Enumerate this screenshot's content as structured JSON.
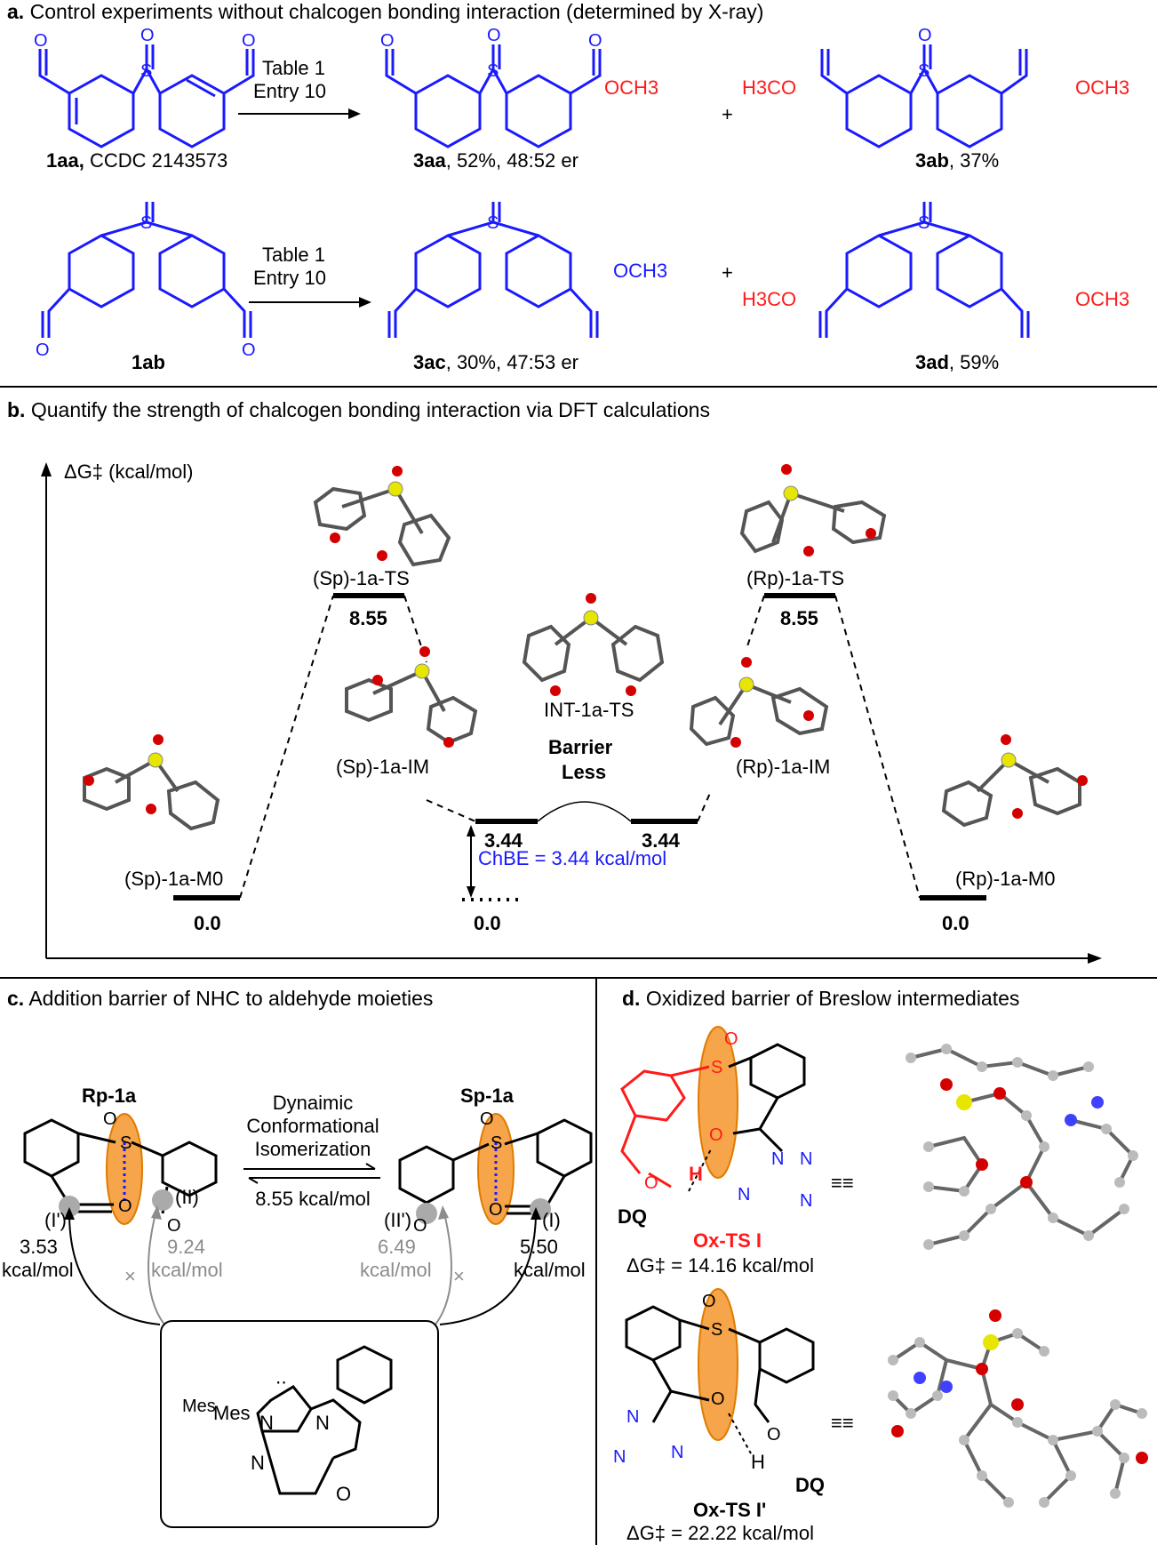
{
  "panel_a": {
    "header_letter": "a.",
    "header_text": "Control experiments without chalcogen bonding interaction (determined by X-ray)",
    "row1": {
      "reagent_line1": "Table 1",
      "reagent_line2": "Entry 10",
      "sm_id": "1aa,",
      "sm_note": "CCDC 2143573",
      "p1_id": "3aa",
      "p1_note": ", 52%, 48:52 er",
      "p2_id": "3ab",
      "p2_note": ", 37%",
      "plus": "+",
      "ester_right": "OCH3",
      "ester_left": "H3CO"
    },
    "row2": {
      "reagent_line1": "Table 1",
      "reagent_line2": "Entry 10",
      "sm_id": "1ab",
      "p1_id": "3ac",
      "p1_note": ", 30%, 47:53 er",
      "p2_id": "3ad",
      "p2_note": ", 59%",
      "plus": "+",
      "ester_right": "OCH3",
      "ester_left": "H3CO"
    },
    "atom_O": "O",
    "atom_S": "S"
  },
  "panel_b": {
    "header_letter": "b.",
    "header_text": "Quantify the strength of chalcogen bonding interaction via DFT calculations",
    "y_axis_label": "ΔG‡ (kcal/mol)",
    "levels": [
      {
        "name": "(Sp)-1a-M0",
        "value": "0.0"
      },
      {
        "name": "(Sp)-1a-TS",
        "value": "8.55"
      },
      {
        "name": "(Sp)-1a-IM",
        "value": "3.44"
      },
      {
        "name": "INT-1a-TS",
        "value": "Barrier Less"
      },
      {
        "name": "(Rp)-1a-IM",
        "value": "3.44"
      },
      {
        "name": "(Rp)-1a-TS",
        "value": "8.55"
      },
      {
        "name": "(Rp)-1a-M0",
        "value": "0.0"
      }
    ],
    "barrier_line1": "Barrier",
    "barrier_line2": "Less",
    "ref_level": "0.0",
    "chbe": "ChBE = 3.44 kcal/mol"
  },
  "panel_c": {
    "header_letter": "c.",
    "header_text": "Addition barrier of NHC to aldehyde moieties",
    "left_label": "Rp-1a",
    "right_label": "Sp-1a",
    "iso_line1": "Dynaimic",
    "iso_line2": "Conformational",
    "iso_line3": "Isomerization",
    "iso_energy": "8.55 kcal/mol",
    "pos_I1": "(I')",
    "pos_II": "(II)",
    "pos_II1": "(II')",
    "pos_I": "(I)",
    "e1_value": "3.53",
    "e2_value": "9.24",
    "e3_value": "6.49",
    "e4_value": "5.50",
    "unit": "kcal/mol",
    "nhc_mes": "Mes",
    "nhc_N": "N",
    "nhc_O": "O"
  },
  "panel_d": {
    "header_letter": "d.",
    "header_text": "Oxidized barrier of Breslow intermediates",
    "ts1_name": "Ox-TS I",
    "ts1_energy": "ΔG‡ = 14.16 kcal/mol",
    "ts2_name": "Ox-TS I'",
    "ts2_energy": "ΔG‡ = 22.22 kcal/mol",
    "dq": "DQ",
    "h": "H"
  },
  "colors": {
    "blue": "#1a1aff",
    "red": "#ff1a1a",
    "orange": "#f7a54a",
    "sulfur": "#e6e600",
    "oxygen": "#d40000",
    "grey": "#8c8c8c"
  }
}
